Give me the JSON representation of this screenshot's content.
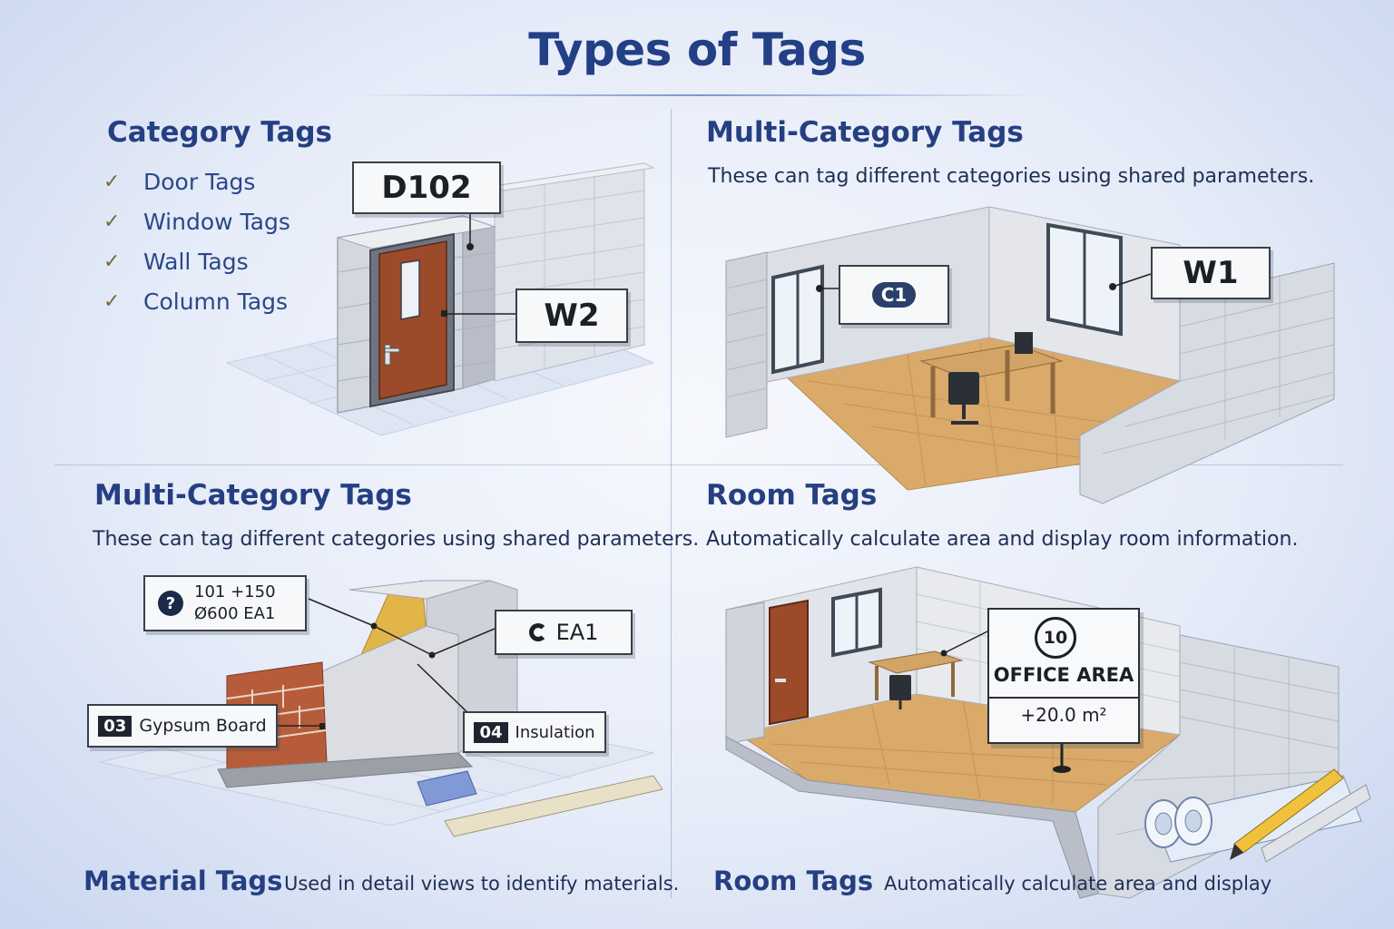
{
  "title": "Types of Tags",
  "panels": {
    "top_left": {
      "heading": "Category Tags",
      "items": [
        "Door Tags",
        "Window Tags",
        "Wall Tags",
        "Column Tags"
      ],
      "check_glyph": "✓",
      "tags": {
        "door": "D102",
        "wall": "W2"
      }
    },
    "top_right": {
      "heading": "Multi-Category Tags",
      "description": "These can tag different categories using shared parameters.",
      "tags": {
        "window_left": "C1",
        "window_right": "W1"
      }
    },
    "bottom_left": {
      "heading": "Multi-Category Tags",
      "description": "These can tag different categories using shared parameters.",
      "tags": {
        "spec_icon": "?",
        "spec_line1": "101 +150",
        "spec_line2": "Ø600 EA1",
        "ea": "EA1",
        "gypsum_num": "03",
        "gypsum_label": "Gypsum Board",
        "insulation_num": "04",
        "insulation_label": "Insulation"
      }
    },
    "bottom_right": {
      "heading": "Room Tags",
      "description": "Automatically calculate area and display room information.",
      "room_tag": {
        "number": "10",
        "name": "OFFICE AREA",
        "area": "+20.0 m²"
      }
    }
  },
  "footer": {
    "left_heading": "Material Tags",
    "left_text": "Used in detail views to identify materials.",
    "right_heading": "Room Tags",
    "right_text": "Automatically calculate area and display"
  },
  "colors": {
    "heading": "#263f82",
    "title": "#233f86",
    "door": "#9b4a2a",
    "floor": "#d9aa6a",
    "brick": "#b75c3a",
    "insulation": "#e2b54a"
  }
}
